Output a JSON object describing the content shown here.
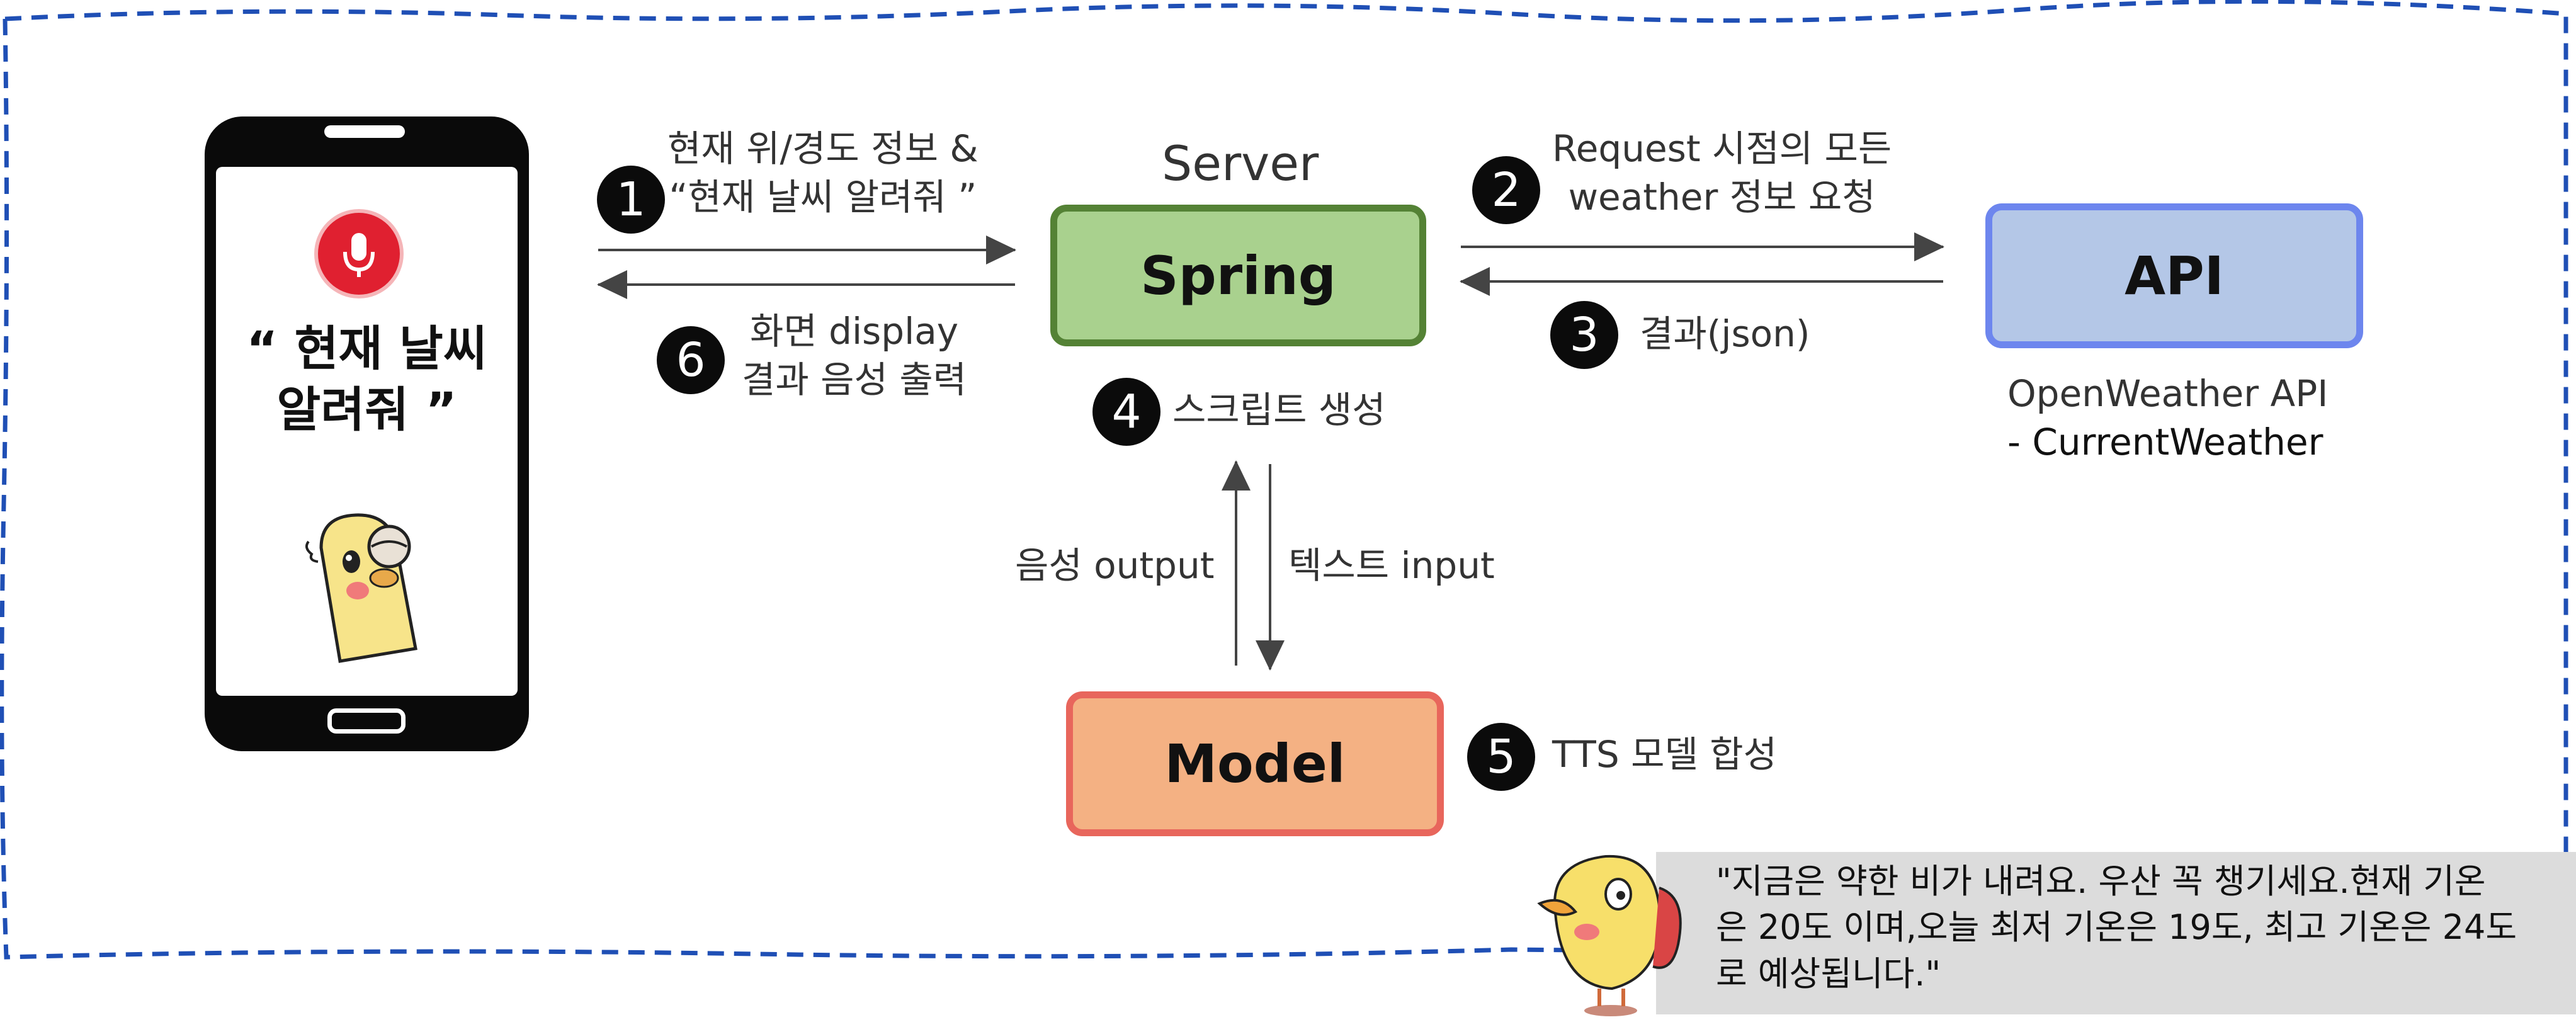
{
  "phone": {
    "line1": "“  현재 날씨",
    "line2": "알려줘  ”"
  },
  "server": {
    "title": "Server",
    "spring_label": "Spring",
    "script_label": "스크립트 생성"
  },
  "api": {
    "label": "API",
    "caption_line1": "OpenWeather API",
    "caption_line2": "- CurrentWeather"
  },
  "model": {
    "label": "Model",
    "step_label": "TTS 모델 합성"
  },
  "steps": {
    "s1": {
      "num": "1",
      "line1": "현재 위/경도 정보 &",
      "line2": "“현재 날씨 알려줘 ”"
    },
    "s2": {
      "num": "2",
      "line1": "Request 시점의 모든",
      "line2": "weather 정보 요청"
    },
    "s3": {
      "num": "3",
      "line1": "결과(json)"
    },
    "s4": {
      "num": "4"
    },
    "s5": {
      "num": "5"
    },
    "s6": {
      "num": "6",
      "line1": "화면 display",
      "line2": "결과 음성 출력"
    }
  },
  "flows": {
    "audio_output": "음성 output",
    "text_input": "텍스트 input"
  },
  "speech": {
    "line1": "\"지금은 약한 비가 내려요. 우산 꼭 챙기세요.현재 기온",
    "line2": "은 20도 이며,오늘 최저 기온은 19도, 최고 기온은 24도",
    "line3": "로 예상됩니다.\""
  },
  "colors": {
    "border_dash": "#1f4fb5",
    "spring_fill": "#a9d18e",
    "spring_border": "#548235",
    "api_fill": "#b4c7e7",
    "api_border": "#6d86ee",
    "model_fill": "#f4b183",
    "model_border": "#e8665c",
    "speech_bg": "#dcdcdc",
    "arrow": "#444444"
  }
}
